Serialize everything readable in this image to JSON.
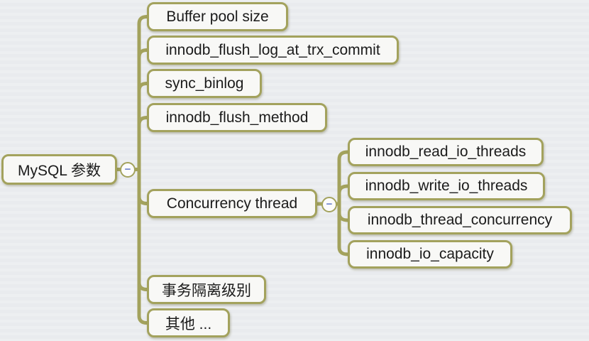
{
  "theme": {
    "accent_olive": "#a3a25d",
    "node_fill": "#f8f8f6",
    "canvas_bg": "#eaecee",
    "minus_blue": "#6e83cb",
    "text_color": "#1b1b1b"
  },
  "icons": {
    "collapse_minus": "−"
  },
  "mindmap": {
    "root": {
      "label": "MySQL 参数"
    },
    "children": [
      {
        "label": "Buffer pool size"
      },
      {
        "label": "innodb_flush_log_at_trx_commit"
      },
      {
        "label": "sync_binlog"
      },
      {
        "label": "innodb_flush_method"
      },
      {
        "label": "Concurrency thread",
        "children": [
          {
            "label": "innodb_read_io_threads"
          },
          {
            "label": "innodb_write_io_threads"
          },
          {
            "label": "innodb_thread_concurrency"
          },
          {
            "label": "innodb_io_capacity"
          }
        ]
      },
      {
        "label": "事务隔离级别"
      },
      {
        "label": "其他 ..."
      }
    ]
  }
}
